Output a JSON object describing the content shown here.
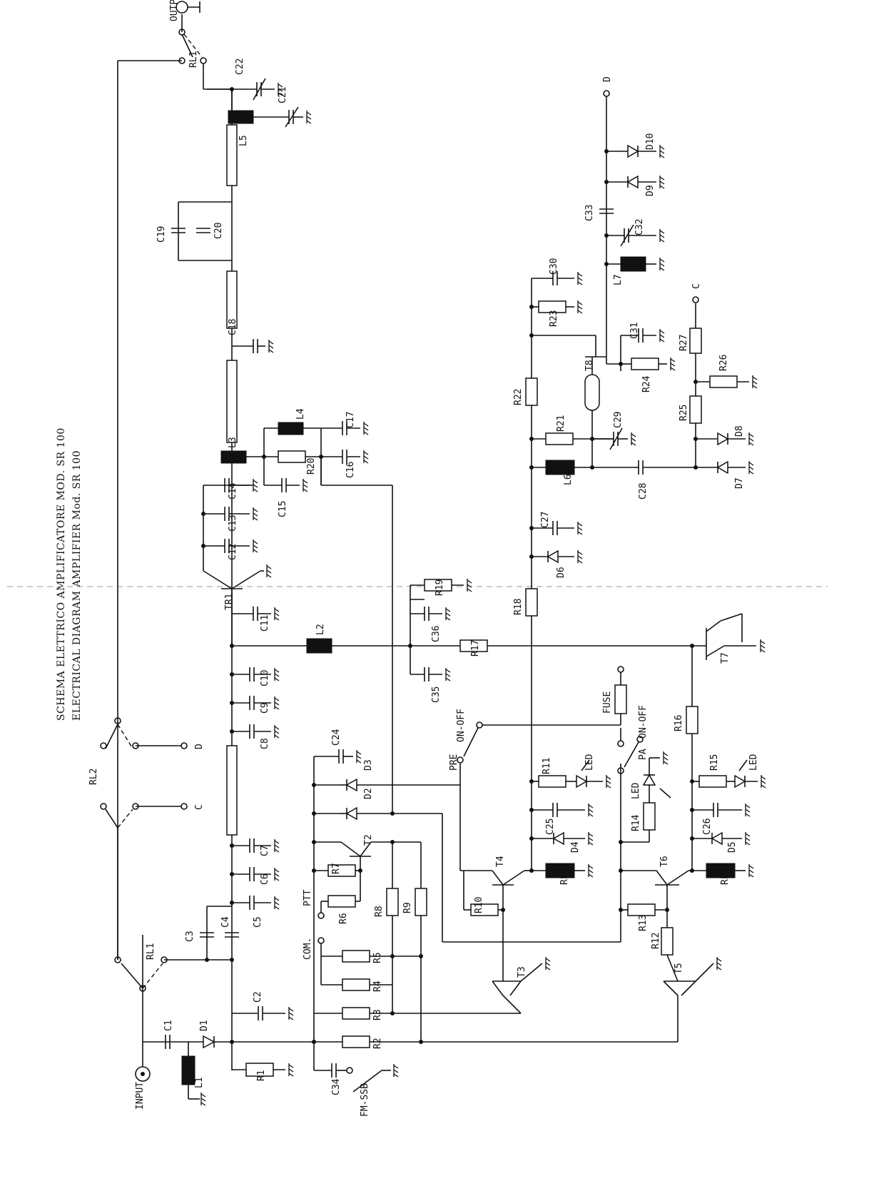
{
  "title": {
    "line1": "SCHEMA ELETTRICO AMPLIFICATORE MOD. SR 100",
    "line2": "ELECTRICAL DIAGRAM AMPLIFIER Mod. SR 100"
  },
  "terminals": {
    "input": "INPUT",
    "output": "OUTP",
    "c": "C",
    "d": "D",
    "c_right": "C",
    "d_right": "D",
    "com": "COM.",
    "ptt": "PTT",
    "pre": "PRE",
    "on_off_1": "ON-OFF",
    "pa": "PA",
    "on_off_2": "ON-OFF",
    "fuse": "FUSE",
    "fm_ssb": "FM-SSB",
    "led1": "LED",
    "led2": "LED",
    "led3": "LED"
  },
  "relays": [
    "RL1",
    "RL2",
    "RL1",
    "RL2",
    "RL1"
  ],
  "transistors": [
    "TR1",
    "T2",
    "T3",
    "T4",
    "T5",
    "T6",
    "T7",
    "T8"
  ],
  "inductors": [
    "L1",
    "L2",
    "L3",
    "L4",
    "L5",
    "L6",
    "L7"
  ],
  "diodes": [
    "D1",
    "D2",
    "D3",
    "D4",
    "D5",
    "D6",
    "D7",
    "D8",
    "D9",
    "D10"
  ],
  "resistors": [
    "R1",
    "R2",
    "R3",
    "R4",
    "R5",
    "R6",
    "R7",
    "R8",
    "R9",
    "R10",
    "R11",
    "R12",
    "R13",
    "R14",
    "R15",
    "R16",
    "R17",
    "R18",
    "R19",
    "R20",
    "R21",
    "R22",
    "R23",
    "R24",
    "R25",
    "R26",
    "R27"
  ],
  "capacitors": [
    "C1",
    "C2",
    "C3",
    "C4",
    "C5",
    "C6",
    "C7",
    "C8",
    "C9",
    "C10",
    "C11",
    "C12",
    "C13",
    "C14",
    "C15",
    "C16",
    "C17",
    "C18",
    "C19",
    "C20",
    "C21",
    "C22",
    "C24",
    "C25",
    "C26",
    "C27",
    "C28",
    "C29",
    "C30",
    "C31",
    "C32",
    "C33",
    "C34",
    "C35",
    "C36"
  ]
}
